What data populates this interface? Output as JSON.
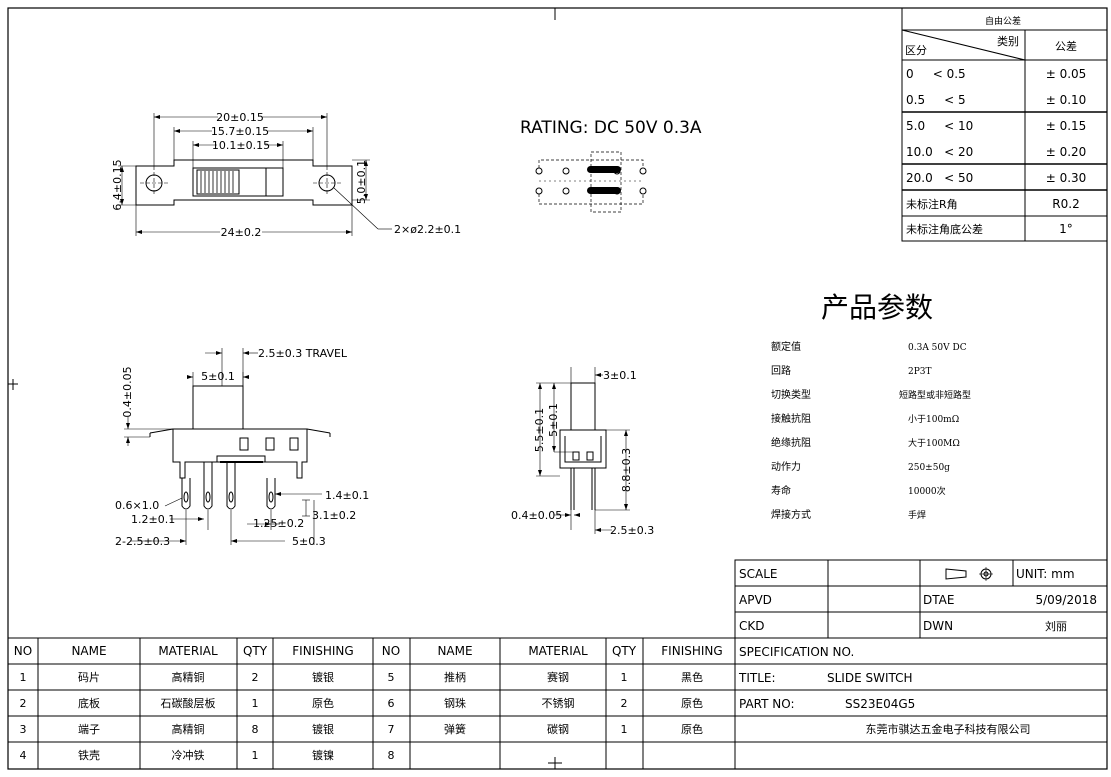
{
  "tolerance_table": {
    "title": "自由公差",
    "header_type": "类别",
    "header_range": "区分",
    "header_tol": "公差",
    "rows": [
      {
        "range": "0     < 0.5",
        "tol": "± 0.05"
      },
      {
        "range": "0.5     < 5",
        "tol": "± 0.10"
      },
      {
        "range": "5.0     < 10",
        "tol": "± 0.15"
      },
      {
        "range": "10.0   < 20",
        "tol": "± 0.20"
      },
      {
        "range": "20.0   < 50",
        "tol": "± 0.30"
      },
      {
        "range": "未标注R角",
        "tol": "R0.2"
      },
      {
        "range": "未标注角底公差",
        "tol": "1°"
      }
    ]
  },
  "rating": "RATING: DC  50V  0.3A",
  "top_view": {
    "d_20": "20±0.15",
    "d_157": "15.7±0.15",
    "d_101": "10.1±0.15",
    "d_64": "6.4±0.15",
    "d_50": "5.0±0.1",
    "d_24": "24±0.2",
    "d_hole": "2×ø2.2±0.1"
  },
  "front_view": {
    "travel": "2.5±0.3   TRAVEL",
    "d_5": "5±0.1",
    "d_04": "0.4±0.05",
    "d_06": "0.6×1.0",
    "d_12": "1.2±0.1",
    "d_125": "1.25±0.2",
    "d_14": "1.4±0.1",
    "d_31": "3.1±0.2",
    "d_2x25": "2-2.5±0.3",
    "d_53": "5±0.3"
  },
  "side_view": {
    "d_3": "3±0.1",
    "d_55": "5.5±0.1",
    "d_5": "5±0.1",
    "d_88": "8.8±0.3",
    "d_04": "0.4±0.05",
    "d_25": "2.5±0.3"
  },
  "params": {
    "title": "产品参数",
    "rows": [
      {
        "label": "额定值",
        "value": "0.3A 50V DC"
      },
      {
        "label": "回路",
        "value": "2P3T"
      },
      {
        "label": "切换类型",
        "value": "短路型或非短路型"
      },
      {
        "label": "接触抗阻",
        "value": "小于100mΩ"
      },
      {
        "label": "绝缘抗阻",
        "value": "大于100MΩ"
      },
      {
        "label": "动作力",
        "value": "250±50g"
      },
      {
        "label": "寿命",
        "value": "10000次"
      },
      {
        "label": "焊接方式",
        "value": "手焊"
      }
    ]
  },
  "title_block": {
    "scale_label": "SCALE",
    "unit": "UNIT: mm",
    "apvd_label": "APVD",
    "date_label": "DTAE",
    "date": "5/09/2018",
    "ckd_label": "CKD",
    "dwn_label": "DWN",
    "dwn": "刘丽",
    "spec": "SPECIFICATION NO.",
    "title_label": "TITLE:",
    "title": "SLIDE SWITCH",
    "part_label": "PART NO:",
    "part": "SS23E04G5",
    "company": "东莞市骐达五金电子科技有限公司"
  },
  "bom": {
    "headers": [
      "NO",
      "NAME",
      "MATERIAL",
      "QTY",
      "FINISHING",
      "NO",
      "NAME",
      "MATERIAL",
      "QTY",
      "FINISHING"
    ],
    "rows": [
      [
        "1",
        "码片",
        "高精铜",
        "2",
        "镀银",
        "5",
        "推柄",
        "赛钢",
        "1",
        "黑色"
      ],
      [
        "2",
        "底板",
        "石碳酸层板",
        "1",
        "原色",
        "6",
        "钢珠",
        "不锈钢",
        "2",
        "原色"
      ],
      [
        "3",
        "端子",
        "高精铜",
        "8",
        "镀银",
        "7",
        "弹簧",
        "碳钢",
        "1",
        "原色"
      ],
      [
        "4",
        "铁壳",
        "冷冲铁",
        "1",
        "镀镍",
        "8",
        "",
        "",
        "",
        ""
      ]
    ]
  }
}
